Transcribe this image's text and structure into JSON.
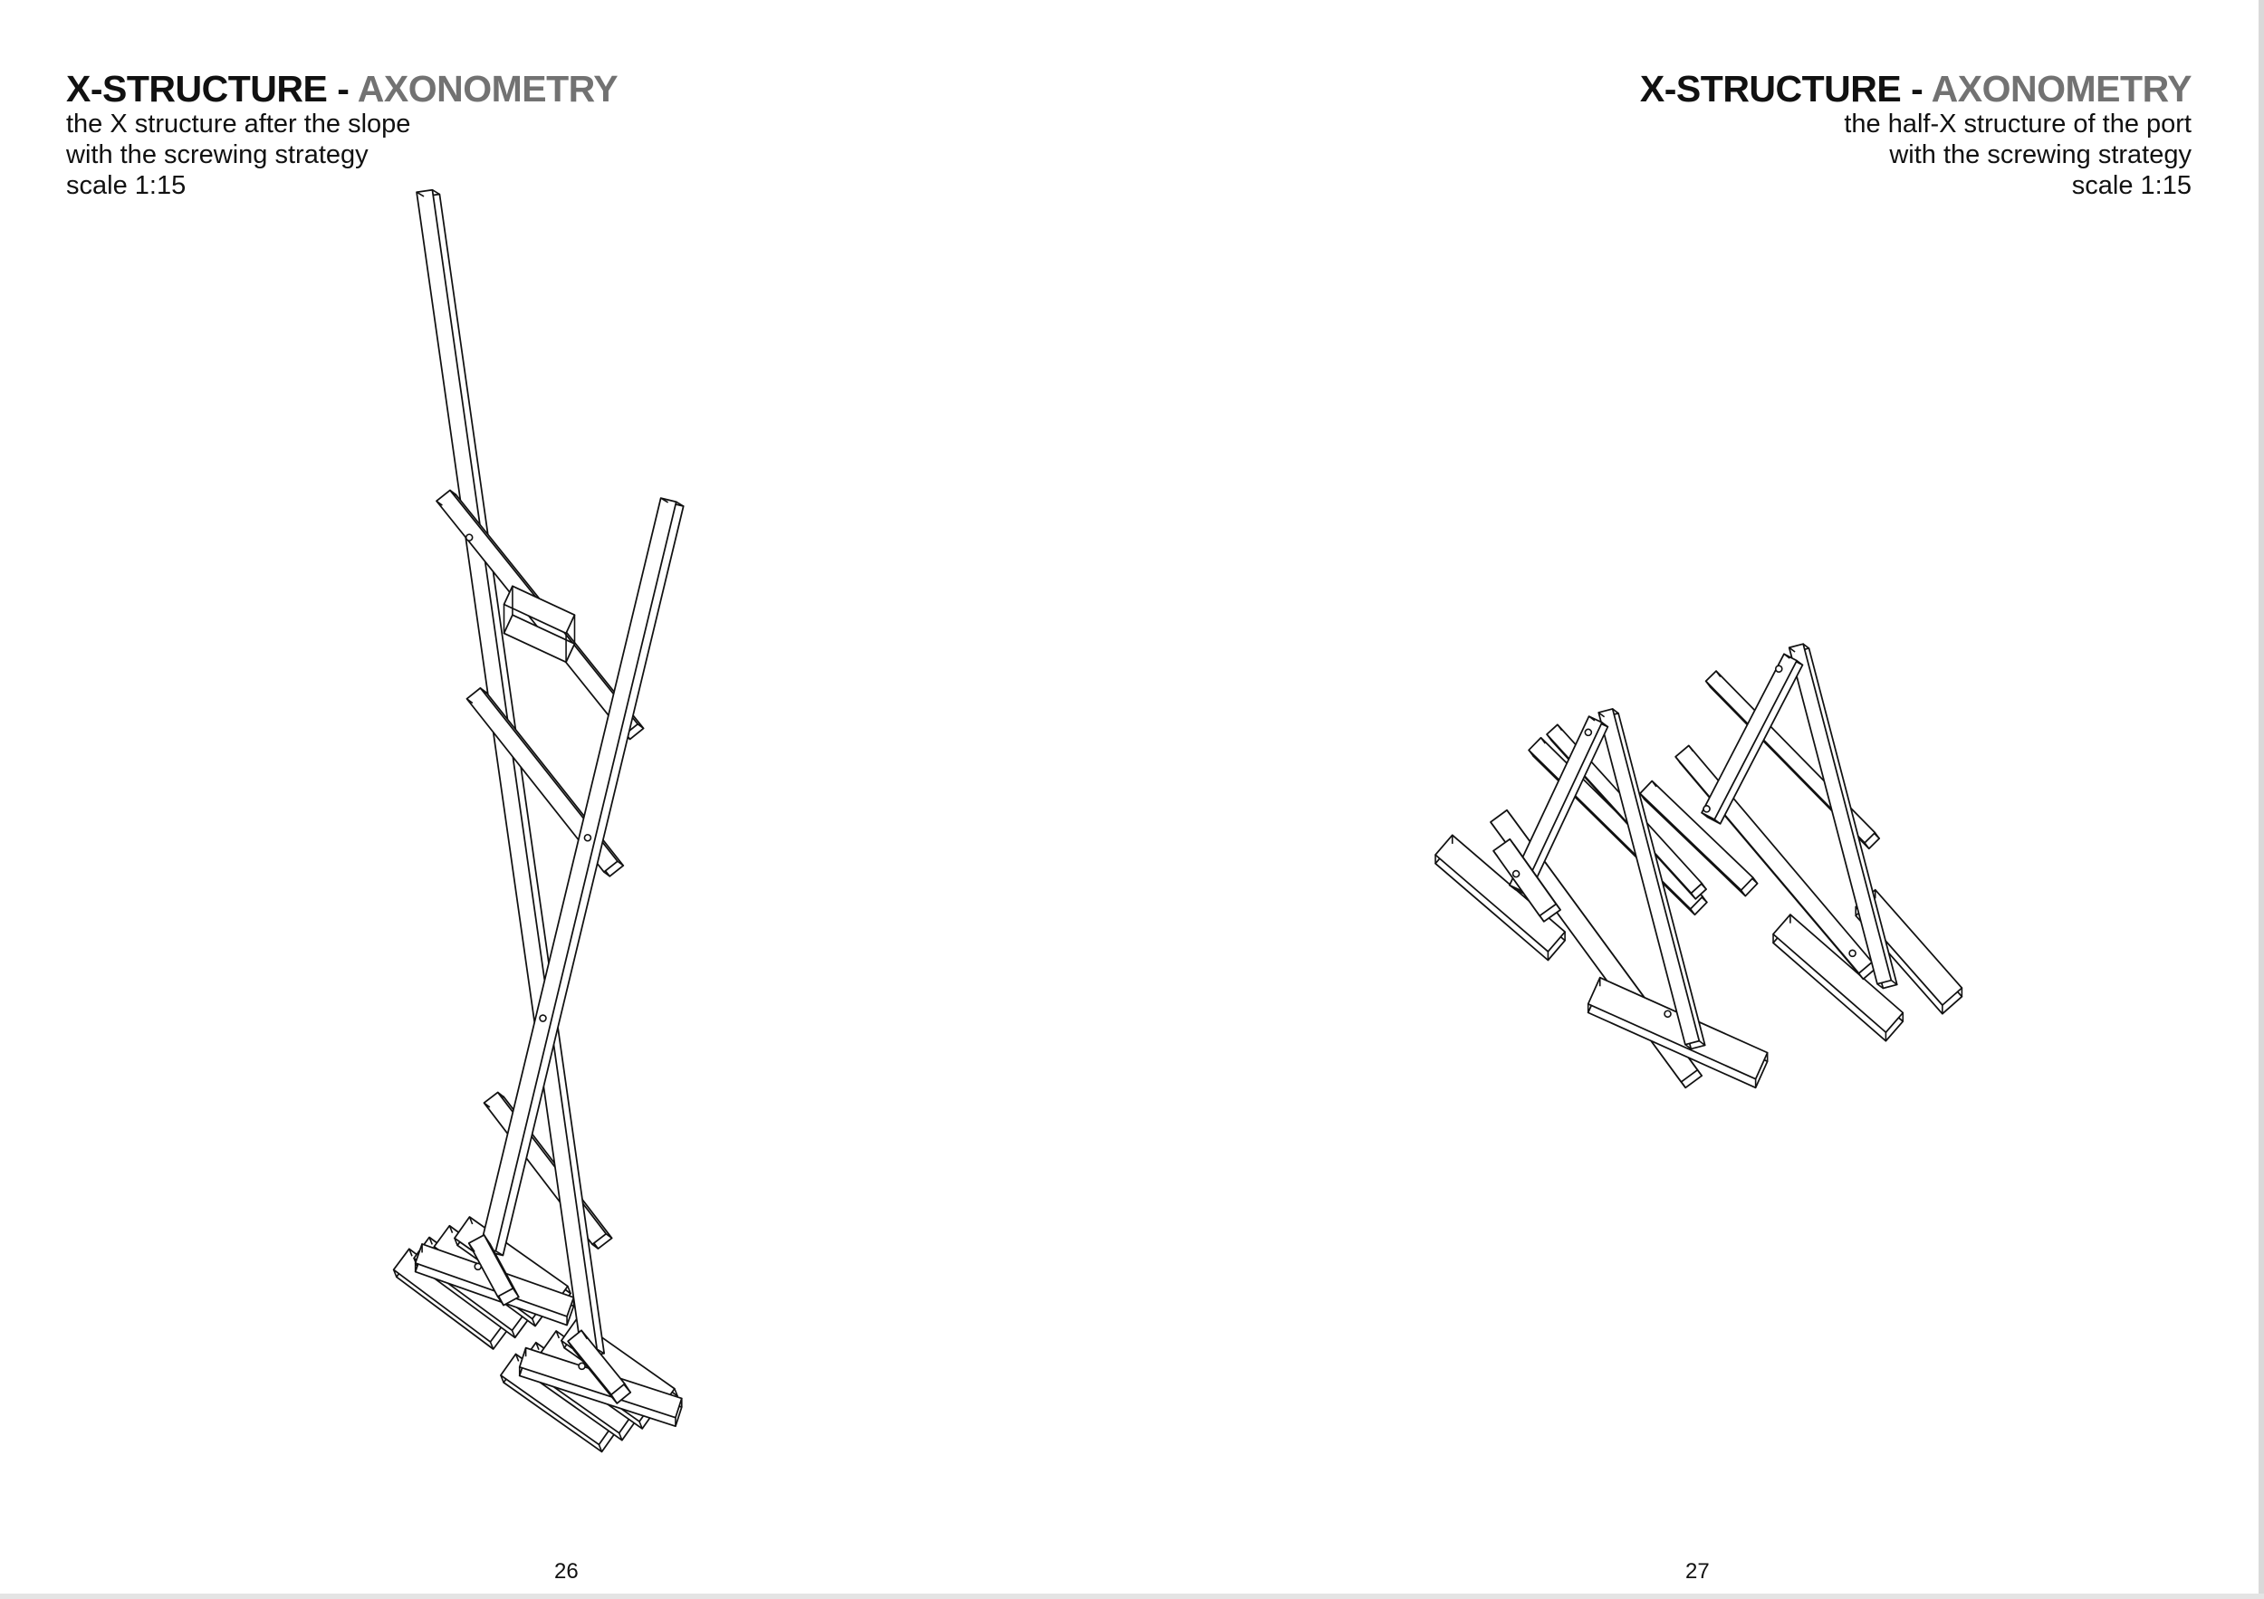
{
  "left_page": {
    "title_main": "X-STRUCTURE -",
    "title_accent": "AXONOMETRY",
    "lines": [
      "the X structure after the slope",
      "with the screwing strategy",
      "scale 1:15"
    ],
    "page_number": "26"
  },
  "right_page": {
    "title_main": "X-STRUCTURE -",
    "title_accent": "AXONOMETRY",
    "lines": [
      "the half-X structure of the port",
      "with the screwing strategy",
      "scale 1:15"
    ],
    "page_number": "27"
  },
  "colors": {
    "accent_grey": "#727272",
    "ink": "#111111"
  }
}
